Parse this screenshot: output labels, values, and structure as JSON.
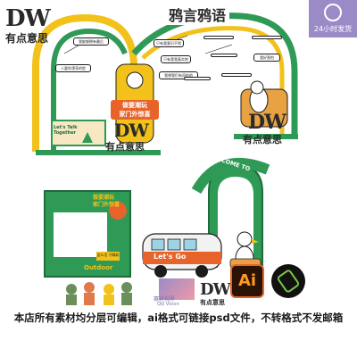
{
  "header": {
    "logo_letters": "DW",
    "logo_name": "有点意思",
    "title": "鸦言鸦语",
    "badge_text": "24小时发货"
  },
  "colors": {
    "green": "#2f9a56",
    "dark_green": "#1f6b3c",
    "yellow": "#f2c21a",
    "orange": "#e8632a",
    "cream": "#f7e7c2",
    "badge_bg": "#9a8bc7"
  },
  "bubbles": [
    {
      "text": "人要你漂亮的脸"
    },
    {
      "text": "我能够拥有最后"
    },
    {
      "text": "只有我意识不到"
    },
    {
      "text": "只有我我真实地"
    },
    {
      "text": "我想我们有同样的"
    },
    {
      "text": ""
    },
    {
      "text": ""
    },
    {
      "text": ""
    },
    {
      "text": "我好害怕"
    },
    {
      "text": ""
    },
    {
      "text": ""
    }
  ],
  "signs": {
    "hanger_line1": "做要潮玩",
    "hanger_line2": "家门外惊喜",
    "talk_sign": "Let's Talk Together",
    "center_logo_letters": "DW",
    "center_logo_name": "有点意思",
    "right_logo_letters": "DW",
    "right_logo_name": "有点意思",
    "welcome": "WELCOME TO",
    "frame_title1": "做要潮玩",
    "frame_title2": "家门外惊喜",
    "frame_tag": "这么活 才精彩",
    "outdoor": "Outdoor",
    "caravan": "Let's Go"
  },
  "brand": {
    "studio_cn": "赛迪视界",
    "studio_en": "Qiji Vision",
    "dw_letters": "DW",
    "dw_name": "有点意思",
    "ai_label": "Ai"
  },
  "footer_text": "本店所有素材均分层可编辑，ai格式可链接psd文件，不转格式不发邮箱"
}
